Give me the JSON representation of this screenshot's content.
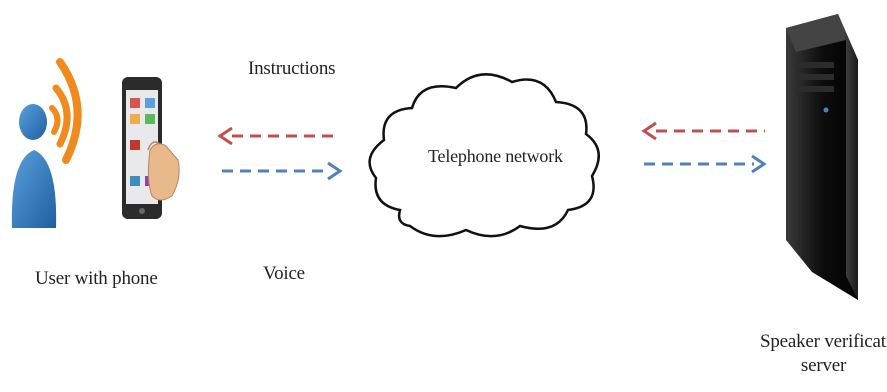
{
  "labels": {
    "instructions": "Instructions",
    "voice": "Voice",
    "telephone_network": "Telephone network",
    "user_with_phone": "User with phone",
    "server_line1": "Speaker verification",
    "server_line2": "server"
  },
  "colors": {
    "instructions_arrow": "#c0504d",
    "voice_arrow": "#4f81bd",
    "user_figure": "#2e75b6",
    "signal_waves": "#f08a1c",
    "phone_body": "#2b2b2b",
    "server_body": "#111111"
  },
  "icons": {
    "user": "user-figure-icon",
    "signal": "wireless-signal-icon",
    "phone": "smartphone-icon",
    "hand": "finger-touch-icon",
    "cloud": "cloud-icon",
    "server": "server-tower-icon"
  }
}
